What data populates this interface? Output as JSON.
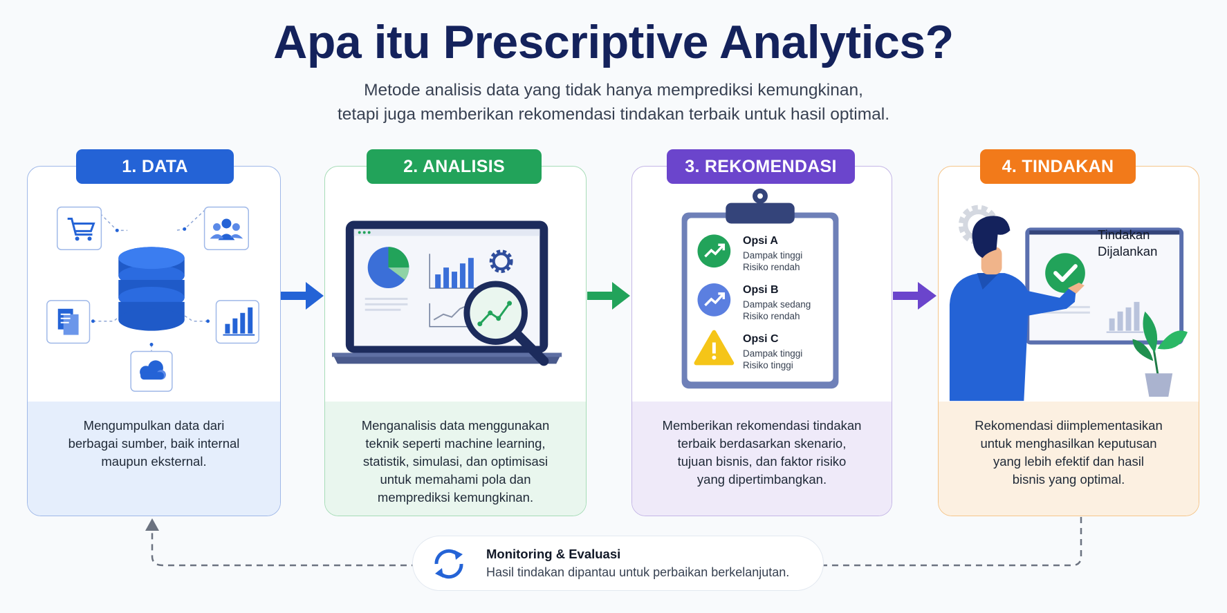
{
  "header": {
    "title": "Apa itu Prescriptive Analytics?",
    "subtitle_line1": "Metode analisis data yang tidak hanya memprediksi kemungkinan,",
    "subtitle_line2": "tetapi juga memberikan rekomendasi tindakan terbaik untuk hasil optimal."
  },
  "steps": [
    {
      "label": "1. DATA",
      "color": "#2463d6",
      "description": "Mengumpulkan data dari\nberbagai sumber, baik internal\nmaupun eksternal."
    },
    {
      "label": "2. ANALISIS",
      "color": "#22a35a",
      "description": "Menganalisis data menggunakan\nteknik seperti machine learning,\nstatistik, simulasi, dan optimisasi\nuntuk memahami pola dan\nmemprediksi kemungkinan."
    },
    {
      "label": "3. REKOMENDASI",
      "color": "#6b45cc",
      "description": "Memberikan rekomendasi tindakan\nterbaik berdasarkan skenario,\ntujuan bisnis, dan faktor risiko\nyang dipertimbangkan."
    },
    {
      "label": "4. TINDAKAN",
      "color": "#f27a1a",
      "description": "Rekomendasi diimplementasikan\nuntuk menghasilkan keputusan\nyang lebih efektif dan hasil\nbisnis yang optimal."
    }
  ],
  "options": [
    {
      "name": "Opsi A",
      "impact": "Dampak tinggi",
      "risk": "Risiko rendah",
      "icon": "trend-up-icon",
      "color": "#22a35a"
    },
    {
      "name": "Opsi B",
      "impact": "Dampak sedang",
      "risk": "Risiko rendah",
      "icon": "trend-up-icon",
      "color": "#5b7fe0"
    },
    {
      "name": "Opsi C",
      "impact": "Dampak tinggi",
      "risk": "Risiko tinggi",
      "icon": "warning-icon",
      "color": "#f5c518"
    }
  ],
  "action_screen": {
    "line1": "Tindakan",
    "line2": "Dijalankan"
  },
  "monitoring": {
    "title": "Monitoring & Evaluasi",
    "description": "Hasil tindakan dipantau untuk perbaikan berkelanjutan."
  }
}
